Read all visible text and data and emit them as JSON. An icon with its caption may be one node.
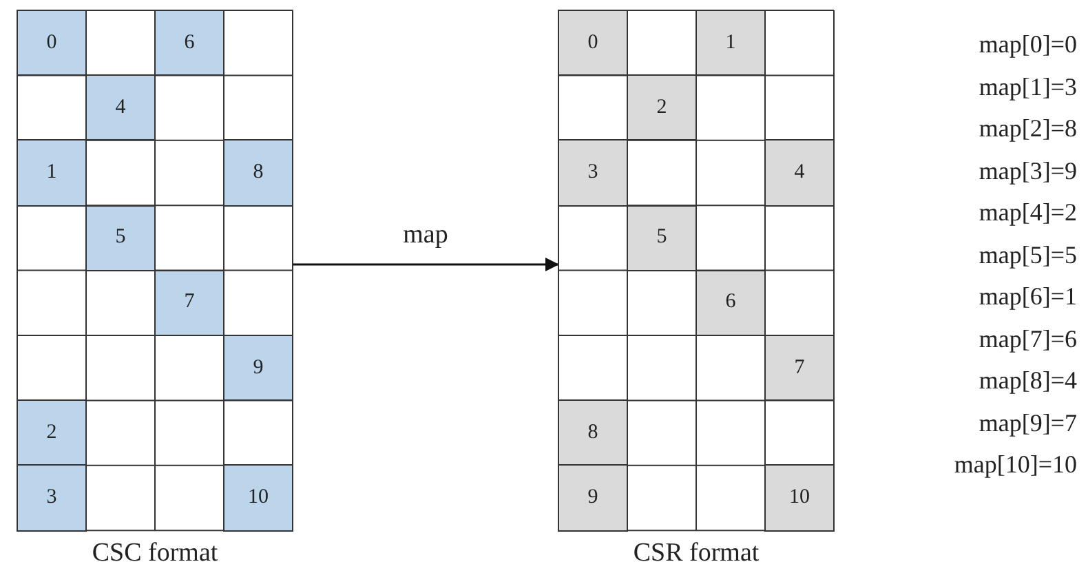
{
  "diagram": {
    "nodes": [
      {
        "text": [
          "CSC format"
        ]
      },
      {
        "text": [
          "0"
        ],
        "in": 0
      },
      {
        "text": [
          "6"
        ],
        "in": 0
      },
      {
        "text": [
          "4"
        ],
        "in": 0
      },
      {
        "text": [
          "1"
        ],
        "in": 0
      },
      {
        "text": [
          "8"
        ],
        "in": 0
      },
      {
        "text": [
          "5"
        ],
        "in": 0
      },
      {
        "text": [
          "7"
        ],
        "in": 0
      },
      {
        "text": [
          "9"
        ],
        "in": 0
      },
      {
        "text": [
          "2"
        ],
        "in": 0
      },
      {
        "text": [
          "3"
        ],
        "in": 0
      },
      {
        "text": [
          "10"
        ],
        "in": 0
      },
      {
        "text": [
          "CSR format"
        ]
      },
      {
        "text": [
          "0"
        ],
        "in": 12
      },
      {
        "text": [
          "1"
        ],
        "in": 12
      },
      {
        "text": [
          "2"
        ],
        "in": 12
      },
      {
        "text": [
          "3"
        ],
        "in": 12
      },
      {
        "text": [
          "4"
        ],
        "in": 12
      },
      {
        "text": [
          "5"
        ],
        "in": 12
      },
      {
        "text": [
          "6"
        ],
        "in": 12
      },
      {
        "text": [
          "7"
        ],
        "in": 12
      },
      {
        "text": [
          "8"
        ],
        "in": 12
      },
      {
        "text": [
          "9"
        ],
        "in": 12
      },
      {
        "text": [
          "10"
        ],
        "in": 12
      }
    ],
    "edges": [
      {
        "from": 0,
        "to": 12,
        "arrow": "to",
        "label": "map"
      }
    ],
    "labels": [
      "map[0]=0",
      "map[1]=3",
      "map[2]=8",
      "map[3]=9",
      "map[4]=2",
      "map[5]=5",
      "map[6]=1",
      "map[7]=6",
      "map[8]=4",
      "map[9]=7",
      "map[10]=10"
    ]
  }
}
